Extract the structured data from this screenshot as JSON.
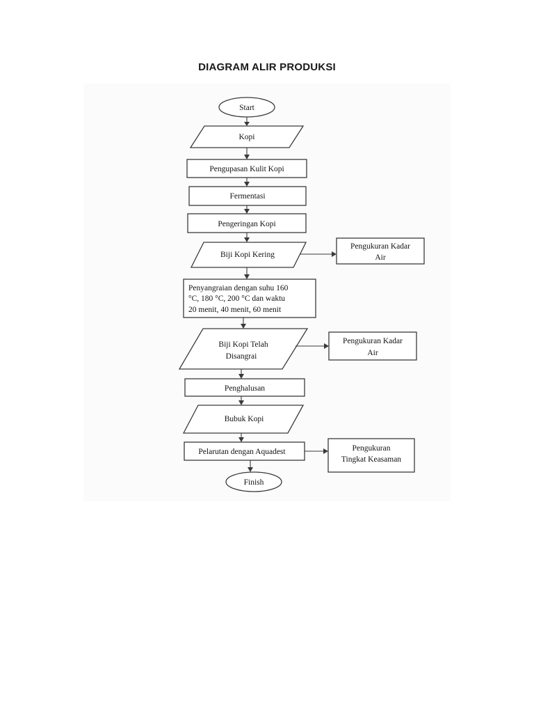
{
  "title": "DIAGRAM ALIR PRODUKSI",
  "nodes": {
    "start": "Start",
    "kopi": "Kopi",
    "pengupasan": "Pengupasan Kulit Kopi",
    "fermentasi": "Fermentasi",
    "pengeringan": "Pengeringan Kopi",
    "biji_kering": "Biji Kopi Kering",
    "penyangraian": {
      "line1": "Penyangraian  dengan  suhu  160",
      "line2": "°C,  180  °C,  200  °C  dan  waktu",
      "line3": "20 menit, 40 menit, 60 menit"
    },
    "biji_disangrai": {
      "line1": "Biji Kopi Telah",
      "line2": "Disangrai"
    },
    "penghalusan": "Penghalusan",
    "bubuk": "Bubuk  Kopi",
    "pelarutan": "Pelarutan dengan Aquadest",
    "finish": "Finish"
  },
  "side_nodes": {
    "kadar_air_1": {
      "line1": "Pengukuran Kadar",
      "line2": "Air"
    },
    "kadar_air_2": {
      "line1": "Pengukuran Kadar",
      "line2": "Air"
    },
    "keasaman": {
      "line1": "Pengukuran",
      "line2": "Tingkat Keasaman"
    }
  }
}
